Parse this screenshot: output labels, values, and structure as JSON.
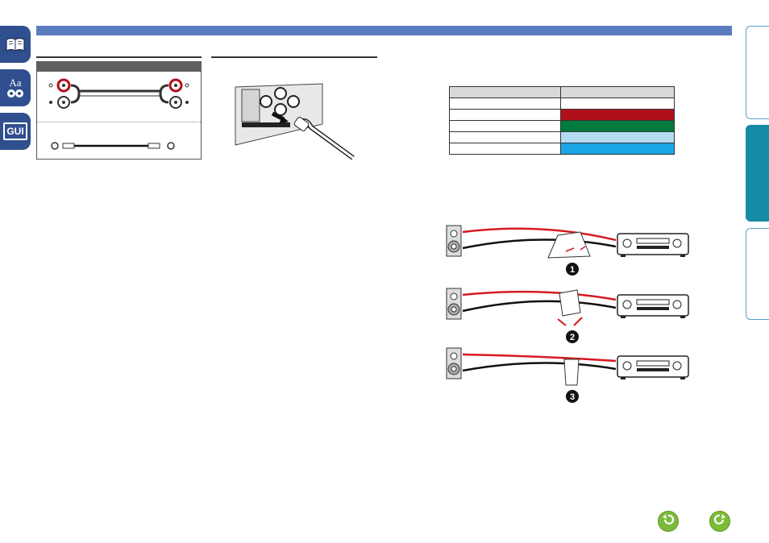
{
  "nav": {
    "left_tabs": [
      {
        "icon": "book-icon"
      },
      {
        "icon": "glossary-icon",
        "label": "Aa"
      },
      {
        "icon": "gui-icon",
        "label": "GUI"
      }
    ],
    "right_tabs": [
      {
        "state": "inactive"
      },
      {
        "state": "active"
      },
      {
        "state": "inactive"
      }
    ],
    "back_icon": "back-arrow-icon",
    "forward_icon": "forward-arrow-icon"
  },
  "colors": {
    "header": "#5b7bbf",
    "active_tab": "#178aa6",
    "nav_button": "#7cba3a"
  },
  "color_table": {
    "rows": [
      {
        "swatch": "#d9d9d9",
        "header": true
      },
      {
        "swatch": "#ffffff"
      },
      {
        "swatch": "#b0101a"
      },
      {
        "swatch": "#007a3d"
      },
      {
        "swatch": "#b3dcf2"
      },
      {
        "swatch": "#1aa5e6"
      }
    ]
  },
  "steps": [
    "1",
    "2",
    "3"
  ]
}
